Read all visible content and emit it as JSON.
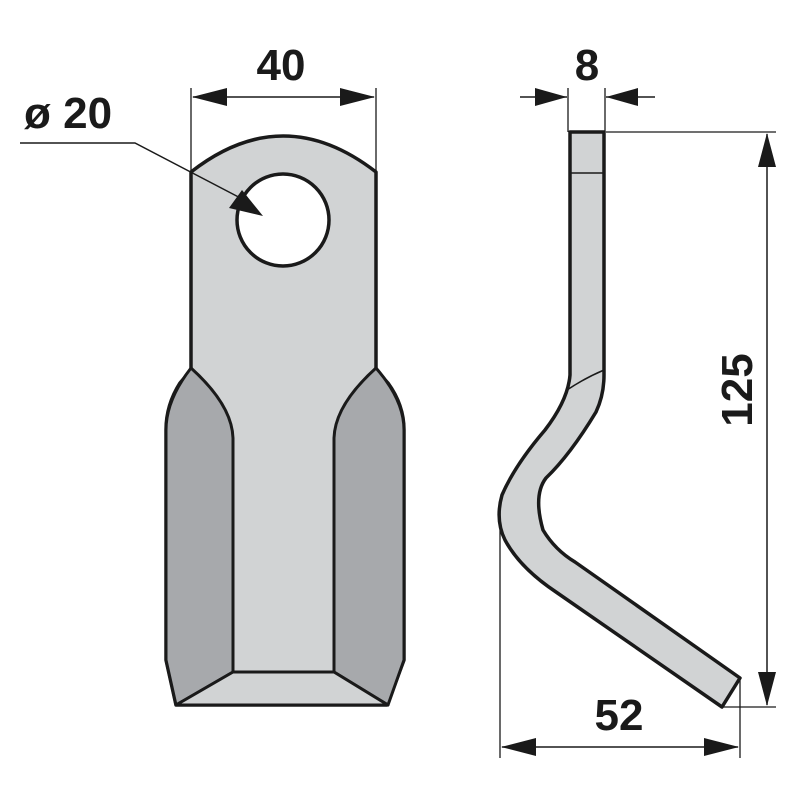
{
  "drawing": {
    "colors": {
      "outline": "#1a1a1a",
      "face_fill": "#d1d3d4",
      "bevel_fill": "#a7a9ac",
      "background": "#ffffff"
    },
    "front_view": {
      "width_label": "40",
      "hole_label": "ø 20"
    },
    "side_view": {
      "thickness_label": "8",
      "height_label": "125",
      "offset_label": "52"
    }
  }
}
